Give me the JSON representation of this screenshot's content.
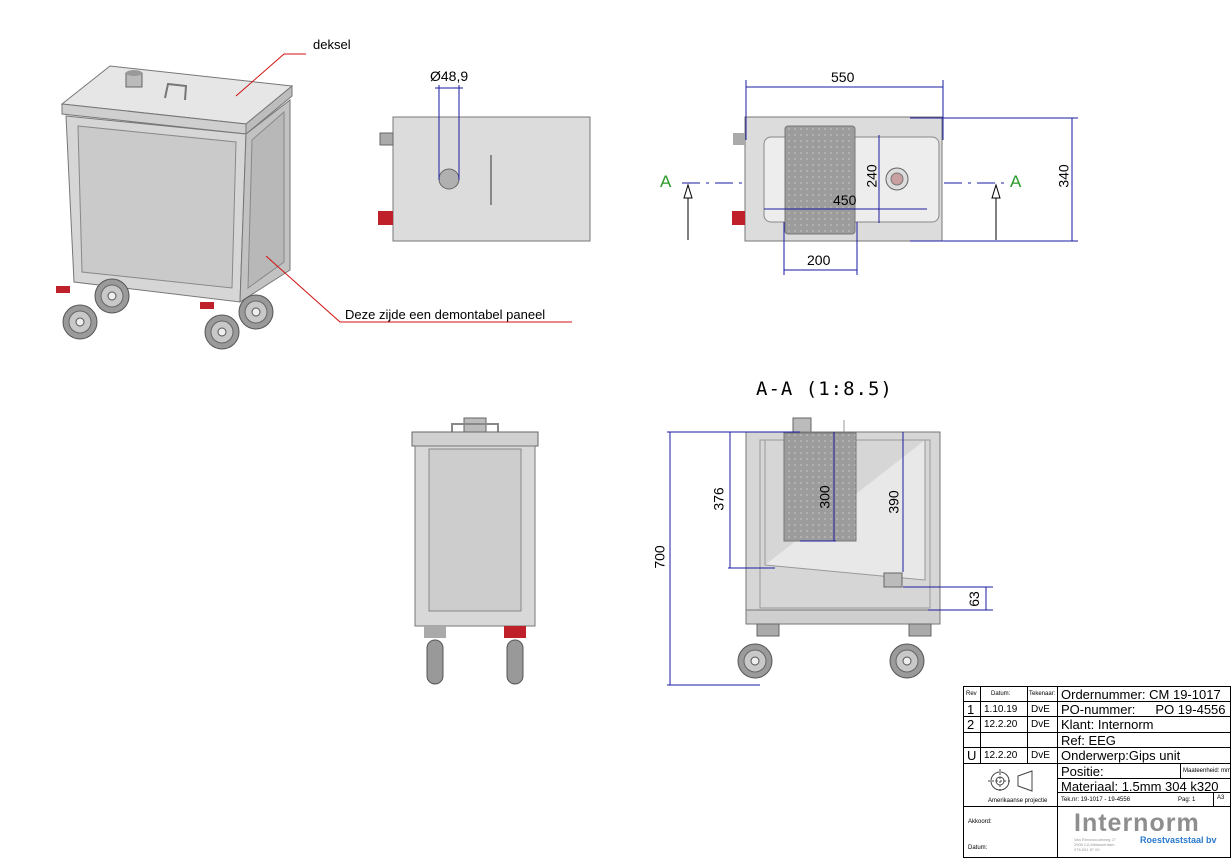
{
  "labels": {
    "lid": "deksel",
    "panel_note": "Deze zijde een demontabel paneel",
    "section_marker": "A",
    "section_title": "A-A (1:8.5)"
  },
  "dimensions": {
    "pipe_diameter": "Ø48,9",
    "width_outer": "550",
    "depth_outer": "340",
    "inner_depth": "240",
    "inner_width": "450",
    "basket_width": "200",
    "height_total": "700",
    "depth_376": "376",
    "basket_height": "300",
    "tank_depth": "390",
    "drain_offset": "63"
  },
  "title_block": {
    "headers": {
      "rev": "Rev",
      "date": "Datum:",
      "drafter": "Tekenaar:"
    },
    "revisions": [
      {
        "rev": "1",
        "date": "1.10.19",
        "drafter": "DvE"
      },
      {
        "rev": "2",
        "date": "12.2.20",
        "drafter": "DvE"
      },
      {
        "rev": "",
        "date": "",
        "drafter": ""
      },
      {
        "rev": "U",
        "date": "12.2.20",
        "drafter": "DvE"
      }
    ],
    "order_number": "Ordernummer: CM 19-1017",
    "po_label": "PO-nummer:",
    "po_value": "PO 19-4556",
    "client": "Klant: Internorm",
    "ref": "Ref: EEG",
    "subject": "Onderwerp:Gips unit",
    "position": "Positie:",
    "unit": "Maateenheid: mm",
    "material": "Materiaal: 1.5mm 304 k320",
    "drawing_number": "Tek.nr: 19-1017 - 19-4556",
    "page": "Pag: 1",
    "paper": "A3",
    "projection": "Amerikaanse projectie",
    "approved": "Akkoord:",
    "date_sign": "Datum:",
    "company": "Internorm",
    "company_sub": "Roestvaststaal bv",
    "address_lines": [
      "Van Renswoudeweg 27",
      "2905 CA Alblasserdam",
      "078 691 87 00"
    ]
  },
  "colors": {
    "dim": "#1a1aa0",
    "leader": "#d01010",
    "section": "#2a9a2a",
    "steel": "#d4d4d4",
    "basket": "#9a9a9a"
  }
}
